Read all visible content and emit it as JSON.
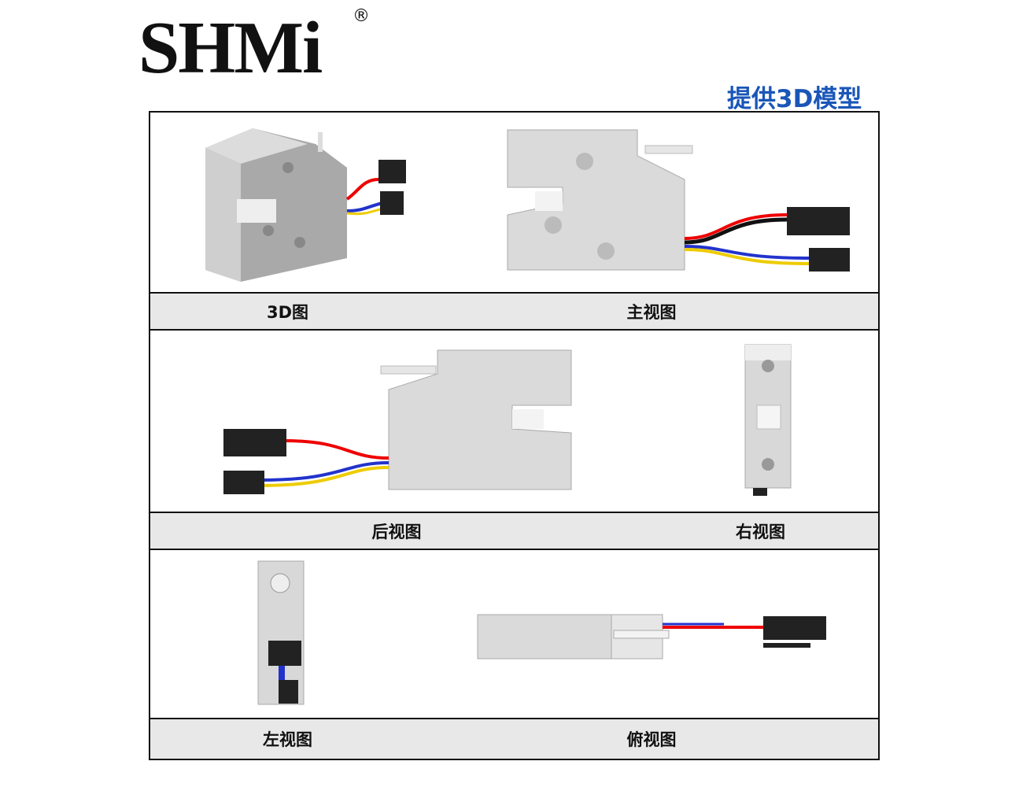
{
  "brand": {
    "name": "SHMi",
    "registered_mark": "®"
  },
  "tagline": "提供3D模型",
  "views": [
    {
      "label": "3D图"
    },
    {
      "label": "主视图"
    },
    {
      "label": "后视图"
    },
    {
      "label": "右视图"
    },
    {
      "label": "左视图"
    },
    {
      "label": "俯视图"
    }
  ],
  "colors": {
    "accent": "#1a56b8",
    "label_bg": "#e8e8e8",
    "body": "#d6d6d6"
  }
}
